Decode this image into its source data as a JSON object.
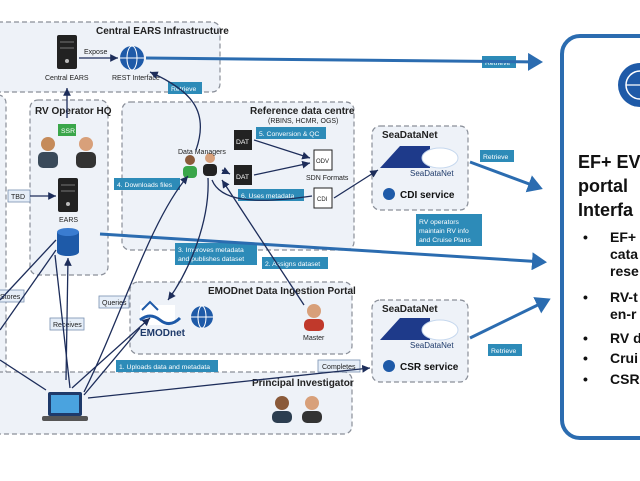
{
  "groups": {
    "central": "Central EARS Infrastructure",
    "rv_hq": "RV Operator HQ",
    "reference": "Reference data centre",
    "reference_sub": "(RBINS, HCMR, OGS)",
    "emodnet_portal": "EMODnet Data Ingestion Portal",
    "pi": "Principal Investigator",
    "seadatanet1_title": "SeaDataNet",
    "seadatanet2_title": "SeaDataNet"
  },
  "labels": {
    "central_ears": "Central EARS",
    "rest_interface": "REST Interface",
    "expose": "Expose",
    "ears": "EARS",
    "ssr": "SSR",
    "tbd": "TBD",
    "stores": "Stores",
    "receives": "Receives",
    "queries": "Queries",
    "data_managers": "Data Managers",
    "sdn_formats": "SDN Formats",
    "odv": "ODV",
    "cdi": "CDI",
    "dat": "DAT",
    "master": "Master",
    "emodnet": "EMODnet",
    "seadatanet_logo": "SeaDataNet",
    "cdi_service": "CDI service",
    "csr_service": "CSR service",
    "rv_operators_note": "RV operators maintain RV info and Cruise Plans"
  },
  "tags": {
    "retrieve_top": "Retrieve",
    "retrieve_central": "Retrieve",
    "retrieve_right1": "Retrieve",
    "retrieve_right2": "Retrieve",
    "step1": "1. Uploads data and metadata",
    "step2": "2. Assigns dataset",
    "step3_line1": "3. Improves metadata",
    "step3_line2": "and publishes dataset",
    "step4": "4. Downloads files",
    "step5": "5. Conversion & QC",
    "step6": "6. Uses metadata",
    "completes": "Completes"
  },
  "panel": {
    "title_line1": "EF+ EV",
    "title_line2": "portal",
    "title_line3": "Interfa",
    "bullets": [
      "EF+",
      "cata",
      "rese",
      "RV-t",
      "en-r",
      "RV d",
      "Crui",
      "CSR"
    ]
  },
  "colors": {
    "tag_blue": "#2d8bb8",
    "tag_green": "#3aa64a",
    "panel_border": "#2b6cb0",
    "group_fill": "#eef2f8",
    "line_navy": "#1d2d5a"
  }
}
